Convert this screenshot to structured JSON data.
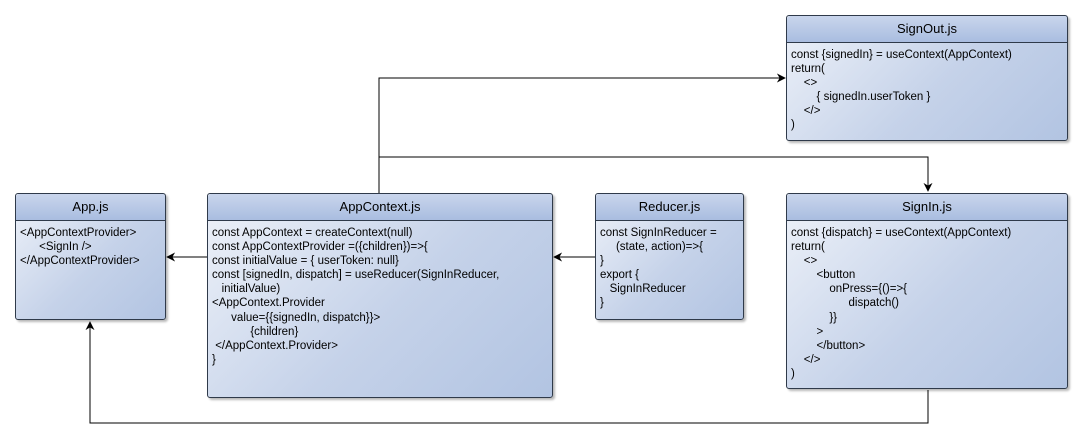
{
  "boxes": {
    "app": {
      "title": "App.js",
      "lines": [
        "<AppContextProvider>",
        "      <SignIn />",
        "</AppContextProvider>"
      ]
    },
    "context": {
      "title": "AppContext.js",
      "lines": [
        "const AppContext = createContext(null)",
        "const AppContextProvider =({children})=>{",
        "const initialValue = { userToken: null}",
        "const [signedIn, dispatch] = useReducer(SignInReducer,",
        "   initialValue)",
        "",
        "<AppContext.Provider",
        "      value={{signedIn, dispatch}}>",
        "            {children}",
        " </AppContext.Provider>",
        "}"
      ]
    },
    "reducer": {
      "title": "Reducer.js",
      "lines": [
        "const SignInReducer =",
        "     (state, action)=>{",
        "}",
        "export {",
        "   SignInReducer",
        "}"
      ]
    },
    "signout": {
      "title": "SignOut.js",
      "lines": [
        "const {signedIn} = useContext(AppContext)",
        "return(",
        "    <>",
        "        { signedIn.userToken }",
        "    </>",
        ")"
      ]
    },
    "signin": {
      "title": "SignIn.js",
      "lines": [
        "const {dispatch} = useContext(AppContext)",
        "return(",
        "    <>",
        "        <button",
        "            onPress={()=>{",
        "                  dispatch()",
        "            }}",
        "        >",
        "        </button>",
        "    </>",
        ")"
      ]
    }
  }
}
